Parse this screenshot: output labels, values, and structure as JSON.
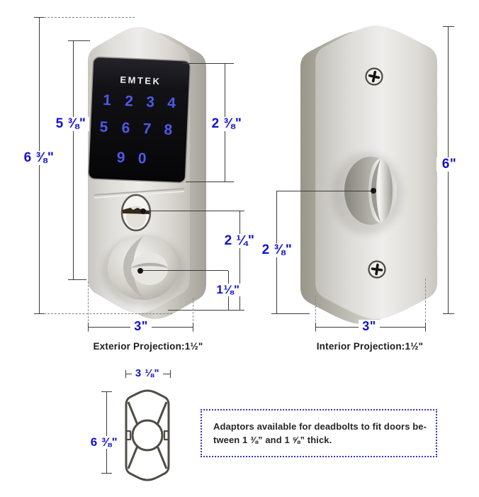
{
  "keypad": {
    "brand": "EMTEK",
    "digits": [
      "1",
      "2",
      "3",
      "4",
      "5",
      "6",
      "7",
      "8",
      "9",
      "0"
    ]
  },
  "exterior": {
    "overall_height": "6 ⅜\"",
    "panel_height": "5 ⅜\"",
    "screen_height": "2 ⅜\"",
    "cylinder_to_bottom": "2 ¼\"",
    "turn_to_bottom": "1⅛\"",
    "width": "3\"",
    "caption": "Exterior Projection:1½\""
  },
  "interior": {
    "overall_height": "6\"",
    "turn_to_bottom": "2 ⅜\"",
    "width": "3\"",
    "caption": "Interior Projection:1½\""
  },
  "cross_section": {
    "width": "3 ⅛\"",
    "height": "6 ⅜\""
  },
  "note": {
    "line1": "Adaptors available for deadbolts to fit doors be-",
    "line2": "tween 1 ⅜” and 1 ⅝” thick."
  },
  "colors": {
    "dimension_text": "#1212d2",
    "dimension_line": "#3b3b3b",
    "note_border": "#3434cc",
    "digit_blue": "#4e59ea",
    "nickel_light": "#edecea",
    "nickel_dark": "#a5a29a"
  }
}
